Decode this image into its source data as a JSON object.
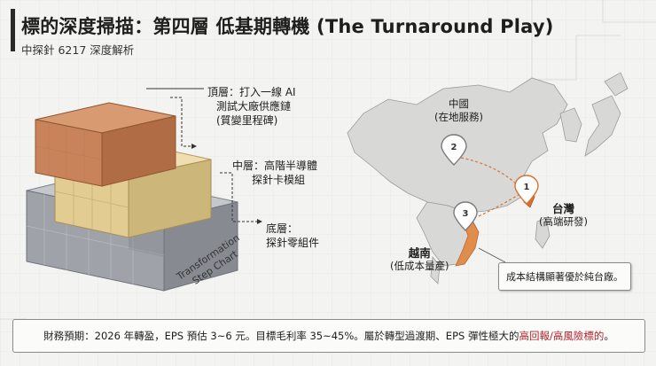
{
  "header": {
    "title": "標的深度掃描：第四層 低基期轉機 (The Turnaround Play)",
    "subtitle": "中探針 6217 深度解析"
  },
  "stack": {
    "top": {
      "line1": "頂層：打入一線 AI",
      "line2": "測試大廠供應鏈",
      "line3": "(質變里程碑)"
    },
    "middle": {
      "line1": "中層：高階半導體",
      "line2": "探針卡模組"
    },
    "bottom": {
      "line1": "底層：",
      "line2": "探針零組件"
    },
    "diagonal_label": {
      "line1": "Transformation",
      "line2": "Step Chart"
    }
  },
  "map": {
    "markers": [
      {
        "number": "1",
        "color": "#d9722e"
      },
      {
        "number": "2",
        "color": "#7a7a7a"
      },
      {
        "number": "3",
        "color": "#7a7a7a"
      }
    ],
    "china": {
      "name": "中國",
      "role": "(在地服務)"
    },
    "taiwan": {
      "name": "台灣",
      "role": "(高端研發)"
    },
    "vietnam": {
      "name": "越南",
      "role": "(低成本量產)"
    },
    "note": "成本結構顯著優於純台廠。"
  },
  "footer": {
    "main": "財務預期：2026 年轉盈，EPS 預估 3~6 元。目標毛利率 35~45%。屬於轉型過渡期、EPS 彈性極大的",
    "highlight": "高回報/高風險標的",
    "end": "。"
  },
  "colors": {
    "top_block": "#c8835a",
    "middle_block": "#e2cc92",
    "bottom_block": "#a9adb2",
    "taiwan_highlight": "#d9722e",
    "vietnam_highlight": "#e08c4a",
    "map_land": "#d8d8d6",
    "risk_text": "#b0232a"
  }
}
